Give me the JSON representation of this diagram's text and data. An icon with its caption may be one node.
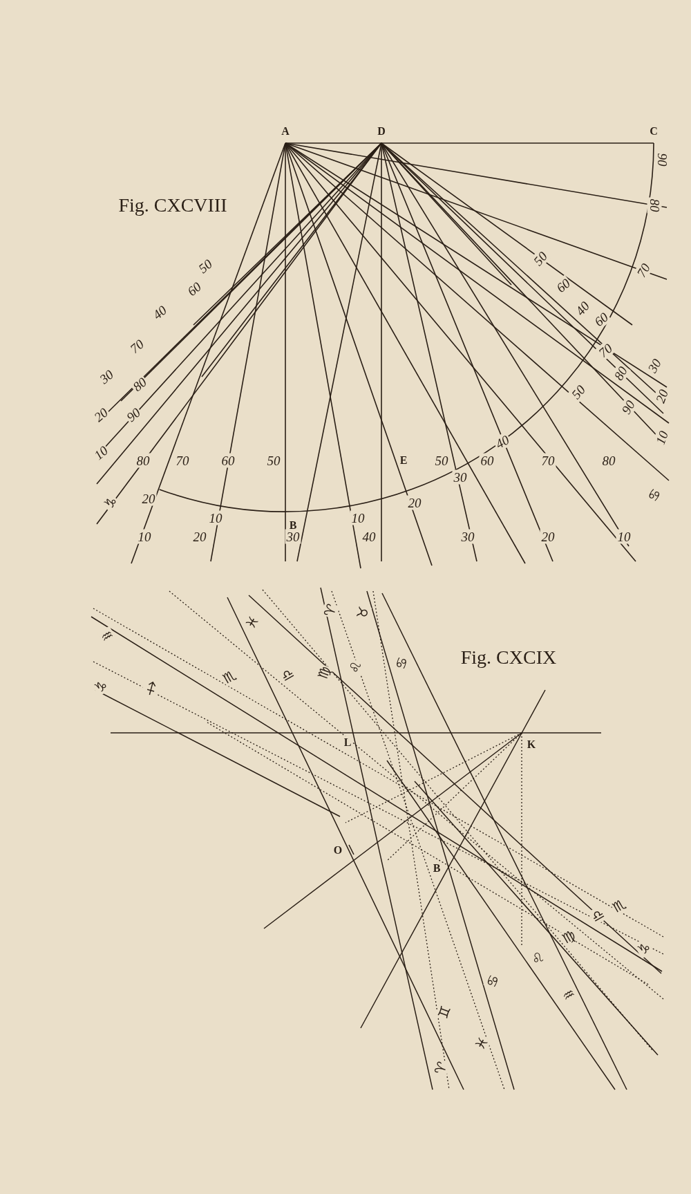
{
  "diagram": {
    "labels": [
      "Fig. CXCVIII",
      "A",
      "D",
      "C",
      "50",
      "60",
      "40",
      "70",
      "30",
      "80",
      "20",
      "90",
      "10",
      "80",
      "70",
      "60",
      "50",
      "E",
      "90",
      "80",
      "70",
      "50",
      "60",
      "40",
      "60",
      "70",
      "30",
      "80",
      "20",
      "90",
      "10",
      "50",
      "60",
      "70",
      "80",
      "♑",
      "20",
      "10",
      "10",
      "20",
      "30",
      "40",
      "50",
      "♋",
      "B",
      "10",
      "20",
      "30",
      "40",
      "30",
      "20",
      "10",
      "Fig. CXCIX",
      "♒",
      "♑",
      "♐",
      "♏",
      "♓",
      "♎",
      "♍",
      "♈",
      "♌",
      "♉",
      "♋",
      "L",
      "K",
      "O",
      "B",
      "♏",
      "♎",
      "♑",
      "♍",
      "♌",
      "♋",
      "♒",
      "♊",
      "♓",
      "♈"
    ]
  }
}
